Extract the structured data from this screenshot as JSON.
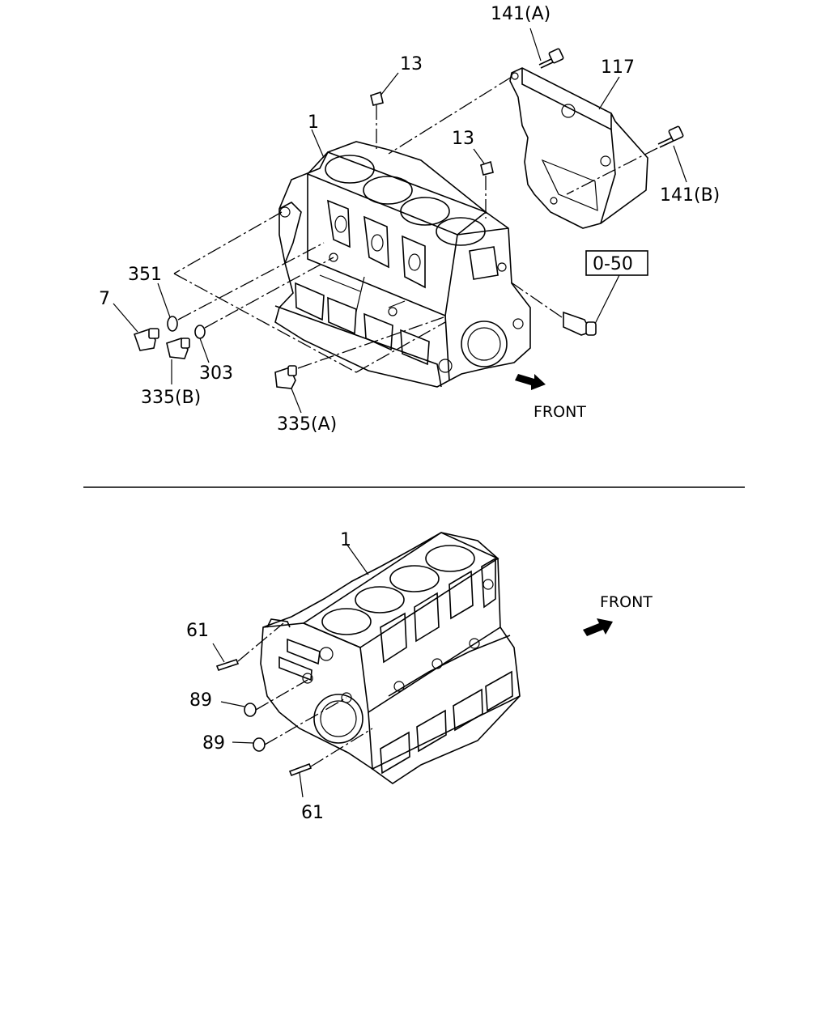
{
  "labels": {
    "top_1": "1",
    "top_13_a": "13",
    "top_13_b": "13",
    "p141a": "141(A)",
    "p141b": "141(B)",
    "p117": "117",
    "p351": "351",
    "p7": "7",
    "p303": "303",
    "p335b": "335(B)",
    "p335a": "335(A)",
    "ref_box": "0-50",
    "front_top": "FRONT",
    "bottom_1": "1",
    "p61_a": "61",
    "p61_b": "61",
    "p89_a": "89",
    "p89_b": "89",
    "front_bottom": "FRONT"
  }
}
